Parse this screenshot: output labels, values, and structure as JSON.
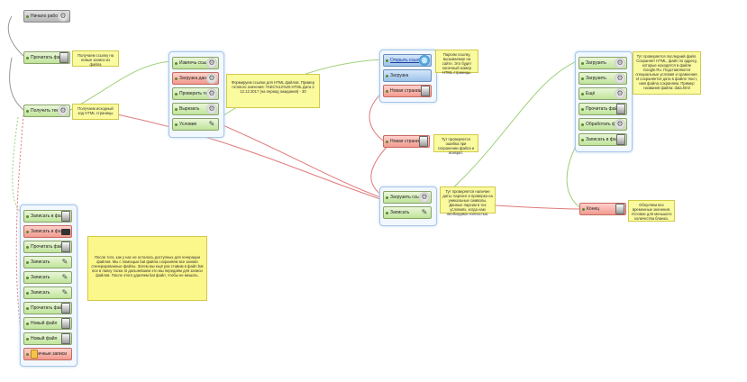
{
  "colors": {
    "node_green": "#bfe49a",
    "node_red": "#f19a8e",
    "node_blue": "#9cc2ea",
    "node_gray": "#b5b5b5",
    "group_border": "#a9c6e6",
    "note_yellow": "#fafa9e",
    "link_green": "#9fd07a",
    "link_red": "#e07a7a",
    "link_gray": "#999999"
  },
  "start": {
    "label": "Начало работы",
    "icon": "gear-icon"
  },
  "file_read": {
    "label": "Прочитать файл",
    "icon": "disk-icon"
  },
  "note_file_read": "Получаем ссылку на новые записи из файла",
  "get_page": {
    "label": "Получить текст страницы",
    "icon": "gear-icon"
  },
  "note_get_page": "Получаем исходный код HTML страницы",
  "mid_group": [
    {
      "label": "Извлечь ссылки",
      "icon": "gear-icon",
      "color": "green"
    },
    {
      "label": "Загрузка данных",
      "icon": "gear-icon",
      "color": "red"
    },
    {
      "label": "Проверить текст на дату",
      "icon": "gear-icon",
      "color": "green"
    },
    {
      "label": "Вырезать",
      "icon": "gear-icon",
      "color": "green"
    },
    {
      "label": "Условие",
      "icon": "pen-icon",
      "color": "green"
    }
  ],
  "note_mid": "Формируем ссылки для HTML файлов. Пример готового значения: /%EC%12%20.HTML Дата 2 12.12.2017 (на период ожидания) - 30",
  "right_group": [
    {
      "label": "Открыть ссылку в браузере",
      "icon": "globe-icon",
      "color": "blue",
      "link": true
    },
    {
      "label": "Загрузка",
      "icon": "none",
      "color": "blue"
    },
    {
      "label": "Новая страница",
      "icon": "disk-icon",
      "color": "red"
    }
  ],
  "note_right": "Парсим ссылку, вызываемое на сайте. Это будет конечный номер HTML страницы.",
  "error_node": {
    "label": "Новая страница",
    "icon": "disk-icon"
  },
  "note_error": "Тут проверяется ошибка при сохранении файла и возврат.",
  "bottom_mid_group": [
    {
      "label": "Загрузить ссылку",
      "icon": "gear-icon",
      "color": "green"
    },
    {
      "label": "Записать",
      "icon": "pen-icon",
      "color": "green"
    }
  ],
  "note_bottom_mid": "Тут проверяется наличие даты: парсинг и проверка на уникальные символы. Данные парсим в тех условиях, когда нам необходимо полностью.",
  "far_right_group": [
    {
      "label": "Загрузить",
      "icon": "gear-icon",
      "color": "green"
    },
    {
      "label": "Загрузить",
      "icon": "gear-icon",
      "color": "green"
    },
    {
      "label": "Ещё",
      "icon": "gear-icon",
      "color": "green"
    },
    {
      "label": "Прочитать файл",
      "icon": "disk-icon",
      "color": "green"
    },
    {
      "label": "Обработать файл",
      "icon": "gear-icon",
      "color": "green"
    },
    {
      "label": "Записать в файл",
      "icon": "disk-icon",
      "color": "green"
    }
  ],
  "note_far_right": "Тут проверяется последний файл. Сохраняет HTML, файл по адресу, которые находятся в файле Google.Ru. Подставляются специальные условия и сравнения. И сохраняется дата в файле текст, имя файла сохраняем. Пример названия файла: data.html",
  "final_node": {
    "label": "Конец",
    "icon": "disk-icon"
  },
  "note_final": "Обнуляем все временные значения. Условие для меньшего количества бланка.",
  "left_group": [
    {
      "label": "Записать в файл",
      "icon": "disk-icon",
      "color": "green"
    },
    {
      "label": "Записать в файл",
      "icon": "film-icon",
      "color": "red"
    },
    {
      "label": "Прочитать файл",
      "icon": "disk-icon",
      "color": "green"
    },
    {
      "label": "Записать",
      "icon": "pen-icon",
      "color": "green"
    },
    {
      "label": "Записать",
      "icon": "pen-icon",
      "color": "green"
    },
    {
      "label": "Записать",
      "icon": "pen-icon",
      "color": "green"
    },
    {
      "label": "Прочитать файл",
      "icon": "disk-icon",
      "color": "green"
    },
    {
      "label": "Новый файл",
      "icon": "disk-icon",
      "color": "green"
    },
    {
      "label": "Новый файл",
      "icon": "disk-icon",
      "color": "green"
    },
    {
      "label": "Конечные записи",
      "icon": "note-icon",
      "color": "red"
    }
  ],
  "note_left": "После того, как у нас не осталось доступных для генерации файлов. Мы с помощью bat файла сохраняем все заново сгенерированные файлы. Затем мы ещё раз ставим в файл bat все в папку таски. В дальнейшем это мы передаём для записи файлов. После этого удаляем bat файл, чтобы не мешать."
}
